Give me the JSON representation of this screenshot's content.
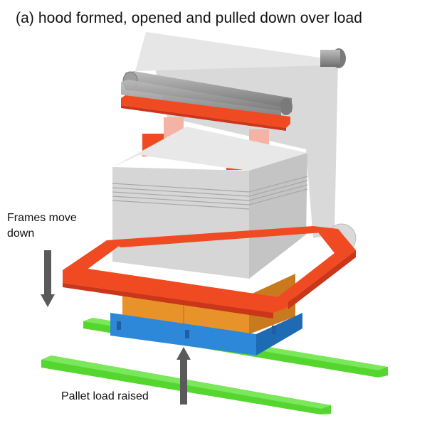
{
  "figure": {
    "title": "(a) hood formed, opened and pulled down over load",
    "labels": {
      "frames_move_down": "Frames move down",
      "pallet_load_raised": "Pallet load raised"
    }
  },
  "colors": {
    "film": "#d9d9d9",
    "film_top": "#e6e6e6",
    "stack_front": "#d6d6d6",
    "stack_top": "#e8e8e8",
    "stack_side": "#c4c4c4",
    "frame": "#ef4a22",
    "frame_dark": "#c9361a",
    "gripper_light": "#f5b3a6",
    "load": "#e8932a",
    "load_dark": "#c97a1e",
    "pallet": "#2e88d9",
    "pallet_dark": "#1f6bb3",
    "rail": "#55d62f",
    "roller": "#8a8a8a",
    "arrow": "#5a5a5a"
  },
  "icons": {
    "down_arrow": "down-arrow-icon",
    "up_arrow": "up-arrow-icon"
  }
}
